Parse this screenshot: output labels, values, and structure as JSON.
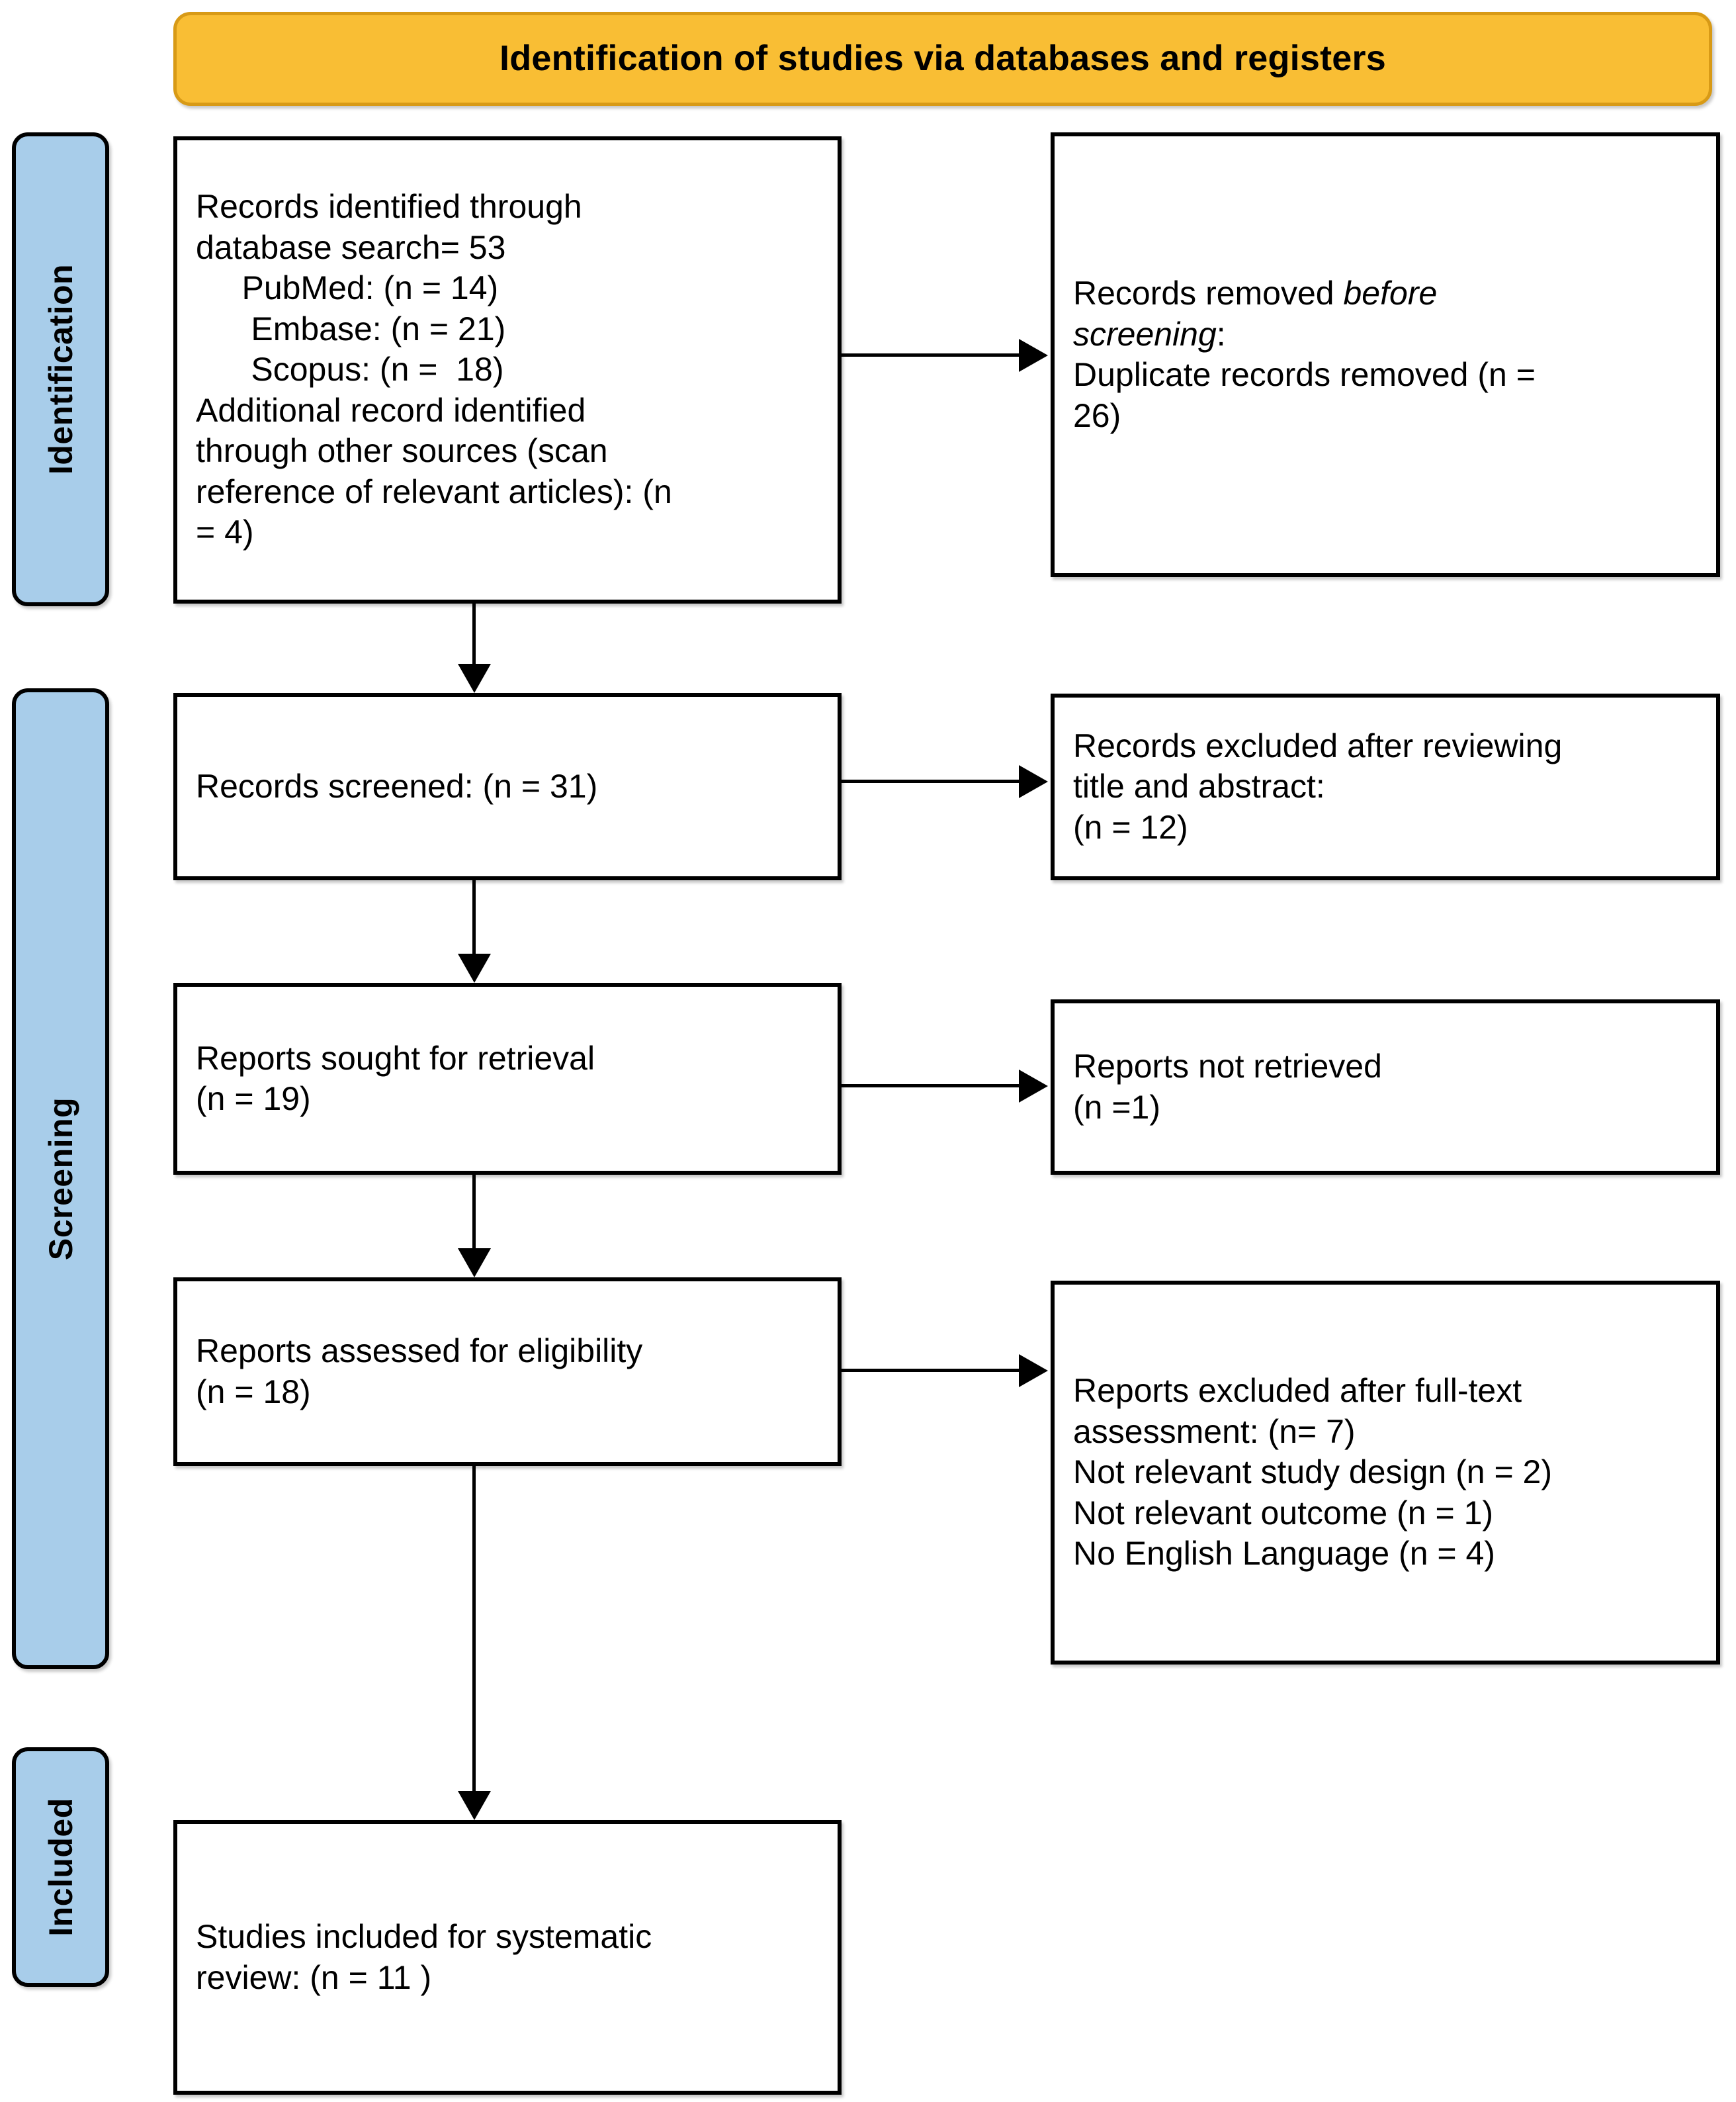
{
  "header": {
    "title": "Identification of studies via databases and registers",
    "fill_color": "#F9BE34",
    "border_color": "#D89A16"
  },
  "phases": {
    "fill_color": "#A8CDEA",
    "border_color": "#000000",
    "items": [
      {
        "id": "identification",
        "label": "Identification"
      },
      {
        "id": "screening",
        "label": "Screening"
      },
      {
        "id": "included",
        "label": "Included"
      }
    ]
  },
  "boxes": {
    "identified": {
      "line1": "Records identified through",
      "line2": "database search= 53",
      "line3": "     PubMed: (n = 14)",
      "line4": "      Embase: (n = 21)",
      "line5": "      Scopus: (n =  18)",
      "line6": "Additional record identified",
      "line7": "through other sources (scan",
      "line8": "reference of relevant articles): (n",
      "line9": "= 4)"
    },
    "removed_before_screening": {
      "line1_prefix": "Records removed ",
      "line1_italic": "before",
      "line2_italic": "screening",
      "line2_suffix": ":",
      "line3": "Duplicate records removed (n =",
      "line4": "26)"
    },
    "screened": {
      "line1": "Records screened: (n = 31)"
    },
    "excluded_title_abstract": {
      "line1": "Records excluded after reviewing",
      "line2": "title and abstract:",
      "line3": "(n = 12)"
    },
    "sought_for_retrieval": {
      "line1": "Reports sought for retrieval",
      "line2": "(n = 19)"
    },
    "not_retrieved": {
      "line1": "Reports not retrieved",
      "line2": "(n =1)"
    },
    "assessed_eligibility": {
      "line1": "Reports assessed for eligibility",
      "line2": "(n = 18)"
    },
    "excluded_fulltext": {
      "line1": "Reports excluded after full-text",
      "line2": "assessment: (n= 7)",
      "line3": "Not relevant study design (n = 2)",
      "line4": "Not relevant outcome (n = 1)",
      "line5": "No English Language (n = 4)"
    },
    "included_studies": {
      "line1": "Studies included for systematic",
      "line2": "review: (n = 11 )"
    }
  },
  "chart_data": {
    "type": "diagram",
    "title": "Identification of studies via databases and registers",
    "nodes": [
      {
        "id": "identified",
        "phase": "Identification",
        "column": "left",
        "counts": {
          "database_search_total": 53,
          "PubMed": 14,
          "Embase": 21,
          "Scopus": 18,
          "other_sources": 4
        }
      },
      {
        "id": "removed_before_screening",
        "phase": "Identification",
        "column": "right",
        "counts": {
          "duplicates_removed": 26
        }
      },
      {
        "id": "screened",
        "phase": "Screening",
        "column": "left",
        "counts": {
          "n": 31
        }
      },
      {
        "id": "excluded_title_abstract",
        "phase": "Screening",
        "column": "right",
        "counts": {
          "n": 12
        }
      },
      {
        "id": "sought_for_retrieval",
        "phase": "Screening",
        "column": "left",
        "counts": {
          "n": 19
        }
      },
      {
        "id": "not_retrieved",
        "phase": "Screening",
        "column": "right",
        "counts": {
          "n": 1
        }
      },
      {
        "id": "assessed_eligibility",
        "phase": "Screening",
        "column": "left",
        "counts": {
          "n": 18
        }
      },
      {
        "id": "excluded_fulltext",
        "phase": "Screening",
        "column": "right",
        "counts": {
          "total": 7,
          "not_relevant_study_design": 2,
          "not_relevant_outcome": 1,
          "no_english_language": 4
        }
      },
      {
        "id": "included_studies",
        "phase": "Included",
        "column": "left",
        "counts": {
          "n": 11
        }
      }
    ],
    "edges": [
      {
        "from": "identified",
        "to": "removed_before_screening",
        "direction": "right"
      },
      {
        "from": "identified",
        "to": "screened",
        "direction": "down"
      },
      {
        "from": "screened",
        "to": "excluded_title_abstract",
        "direction": "right"
      },
      {
        "from": "screened",
        "to": "sought_for_retrieval",
        "direction": "down"
      },
      {
        "from": "sought_for_retrieval",
        "to": "not_retrieved",
        "direction": "right"
      },
      {
        "from": "sought_for_retrieval",
        "to": "assessed_eligibility",
        "direction": "down"
      },
      {
        "from": "assessed_eligibility",
        "to": "excluded_fulltext",
        "direction": "right"
      },
      {
        "from": "assessed_eligibility",
        "to": "included_studies",
        "direction": "down"
      }
    ]
  }
}
